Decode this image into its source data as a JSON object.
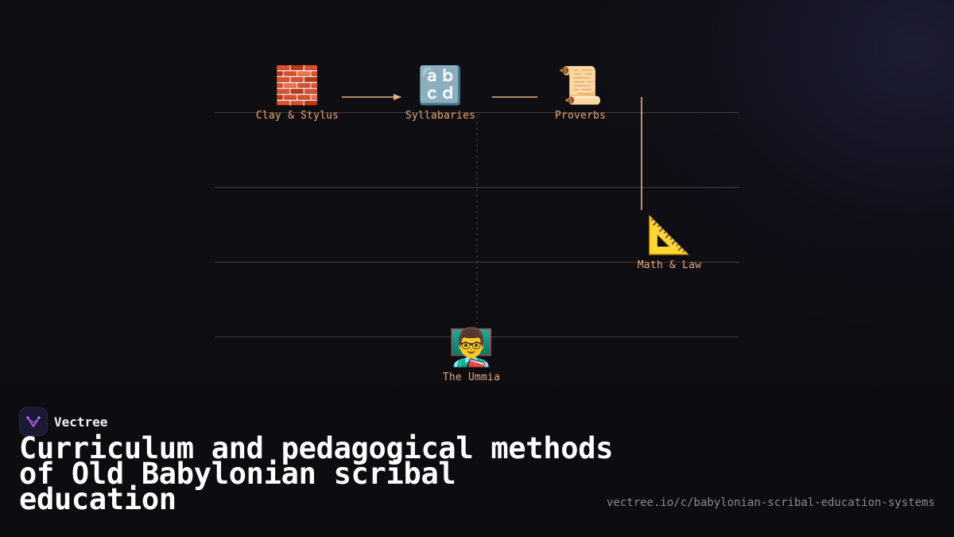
{
  "brand": {
    "name": "Vectree"
  },
  "title": "Curriculum and pedagogical methods of Old Babylonian scribal education",
  "url": "vectree.io/c/babylonian-scribal-education-systems",
  "colors": {
    "background": "#0f0e13",
    "accent": "#e3a878",
    "connector": "#e8b585",
    "grid_line": "#4a3a33"
  },
  "nodes": [
    {
      "id": "clay",
      "icon": "bricks-icon",
      "glyph": "🧱",
      "label": "Clay & Stylus"
    },
    {
      "id": "syllabaries",
      "icon": "abcd-icon",
      "glyph": "🔡",
      "label": "Syllabaries"
    },
    {
      "id": "proverbs",
      "icon": "scroll-icon",
      "glyph": "📜",
      "label": "Proverbs"
    },
    {
      "id": "math",
      "icon": "triangular-ruler-icon",
      "glyph": "📐",
      "label": "Math & Law"
    },
    {
      "id": "ummia",
      "icon": "teacher-icon",
      "glyph": "👨‍🏫",
      "label": "The Ummia"
    }
  ],
  "edges": [
    {
      "from": "clay",
      "to": "syllabaries",
      "style": "arrow"
    },
    {
      "from": "syllabaries",
      "to": "proverbs",
      "style": "line"
    },
    {
      "from": "proverbs",
      "to": "math",
      "style": "line"
    },
    {
      "from": "ummia",
      "to": "syllabaries",
      "style": "dashed"
    }
  ]
}
